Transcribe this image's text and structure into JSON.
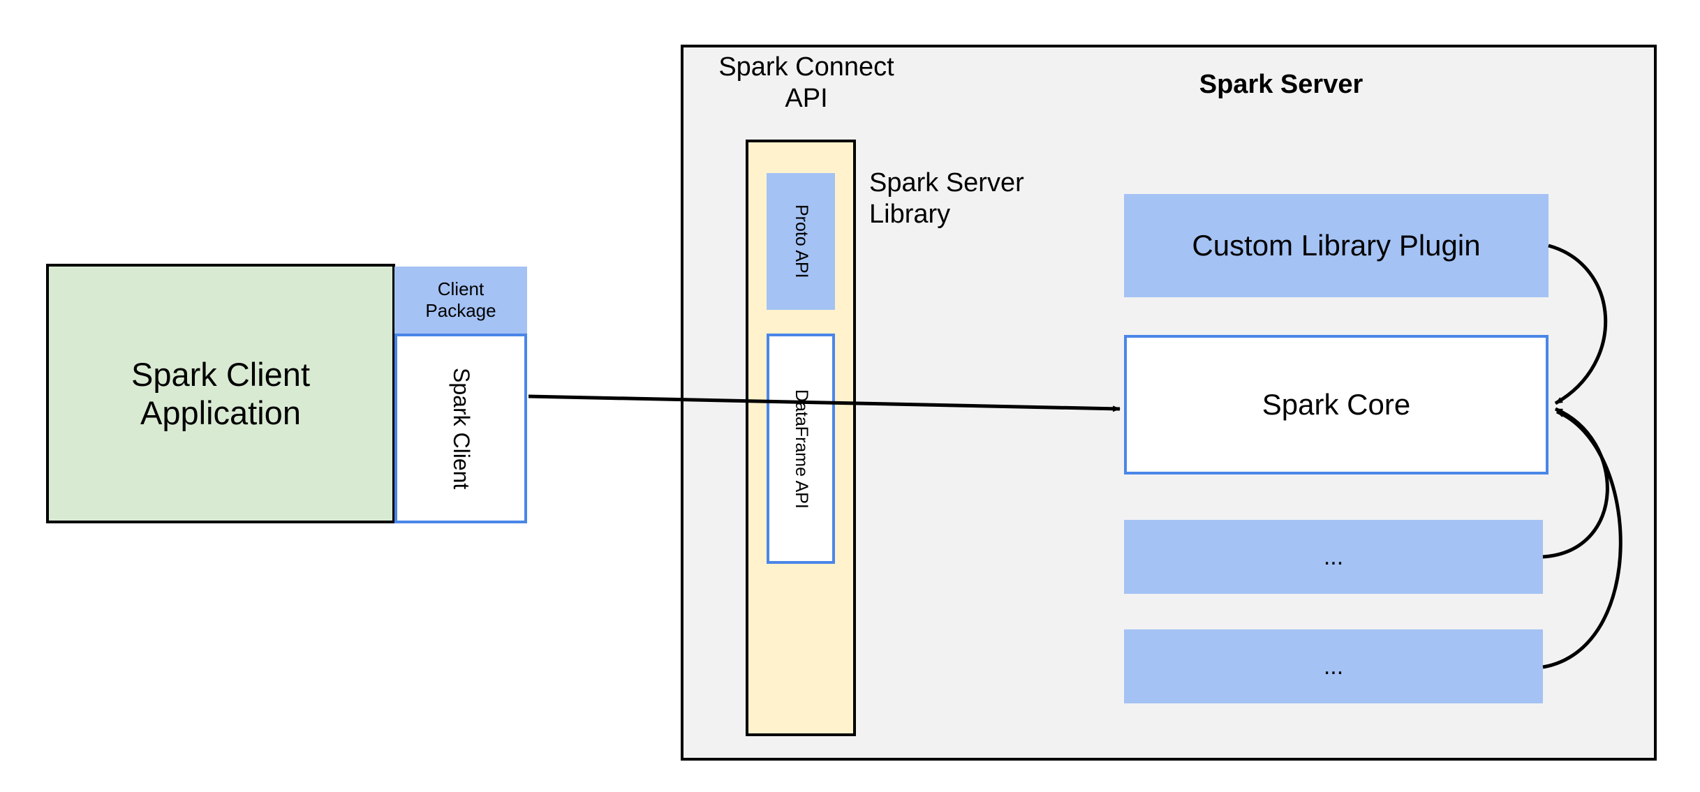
{
  "diagram": {
    "title": "Spark Connect architecture",
    "client_side": {
      "application": {
        "label": "Spark Client\nApplication",
        "line1": "Spark Client",
        "line2": "Application",
        "fill": "#d9ead3",
        "stroke": "#000000"
      },
      "client_package": {
        "label": "Client Package",
        "line1": "Client",
        "line2": "Package",
        "fill": "#a4c2f4"
      },
      "spark_client": {
        "label": "Spark Client",
        "fill": "#ffffff",
        "stroke": "#4a86e8",
        "orientation": "vertical"
      }
    },
    "server_side": {
      "container": {
        "fill": "#f2f2f2",
        "stroke": "#000000"
      },
      "title": "Spark Server",
      "connect_api_label": {
        "line1": "Spark Connect",
        "line2": "API"
      },
      "server_library_label": {
        "line1": "Spark Server",
        "line2": "Library"
      },
      "api_column": {
        "fill": "#fff2cc",
        "stroke": "#000000"
      },
      "proto_api": {
        "label": "Proto API",
        "fill": "#a4c2f4",
        "orientation": "vertical"
      },
      "dataframe_api": {
        "label": "DataFrame API",
        "fill": "#ffffff",
        "stroke": "#4a86e8",
        "orientation": "vertical"
      },
      "blocks": [
        {
          "label": "Custom Library Plugin",
          "fill": "#a4c2f4",
          "stroke": "none"
        },
        {
          "label": "Spark Core",
          "fill": "#ffffff",
          "stroke": "#4a86e8"
        },
        {
          "label": "...",
          "fill": "#a4c2f4",
          "stroke": "none"
        },
        {
          "label": "...",
          "fill": "#a4c2f4",
          "stroke": "none"
        }
      ]
    },
    "connectors": {
      "client_to_server": {
        "from": "Spark Client",
        "to": "Spark Core",
        "style": "straight-arrow"
      },
      "plugin_to_core": {
        "from": "Custom Library Plugin",
        "to": "Spark Core",
        "style": "curved-arrow"
      },
      "dots1_to_core": {
        "from": "...",
        "to": "Spark Core",
        "style": "curved-arrow"
      },
      "dots2_to_core": {
        "from": "...",
        "to": "Spark Core",
        "style": "curved-arrow"
      }
    }
  }
}
